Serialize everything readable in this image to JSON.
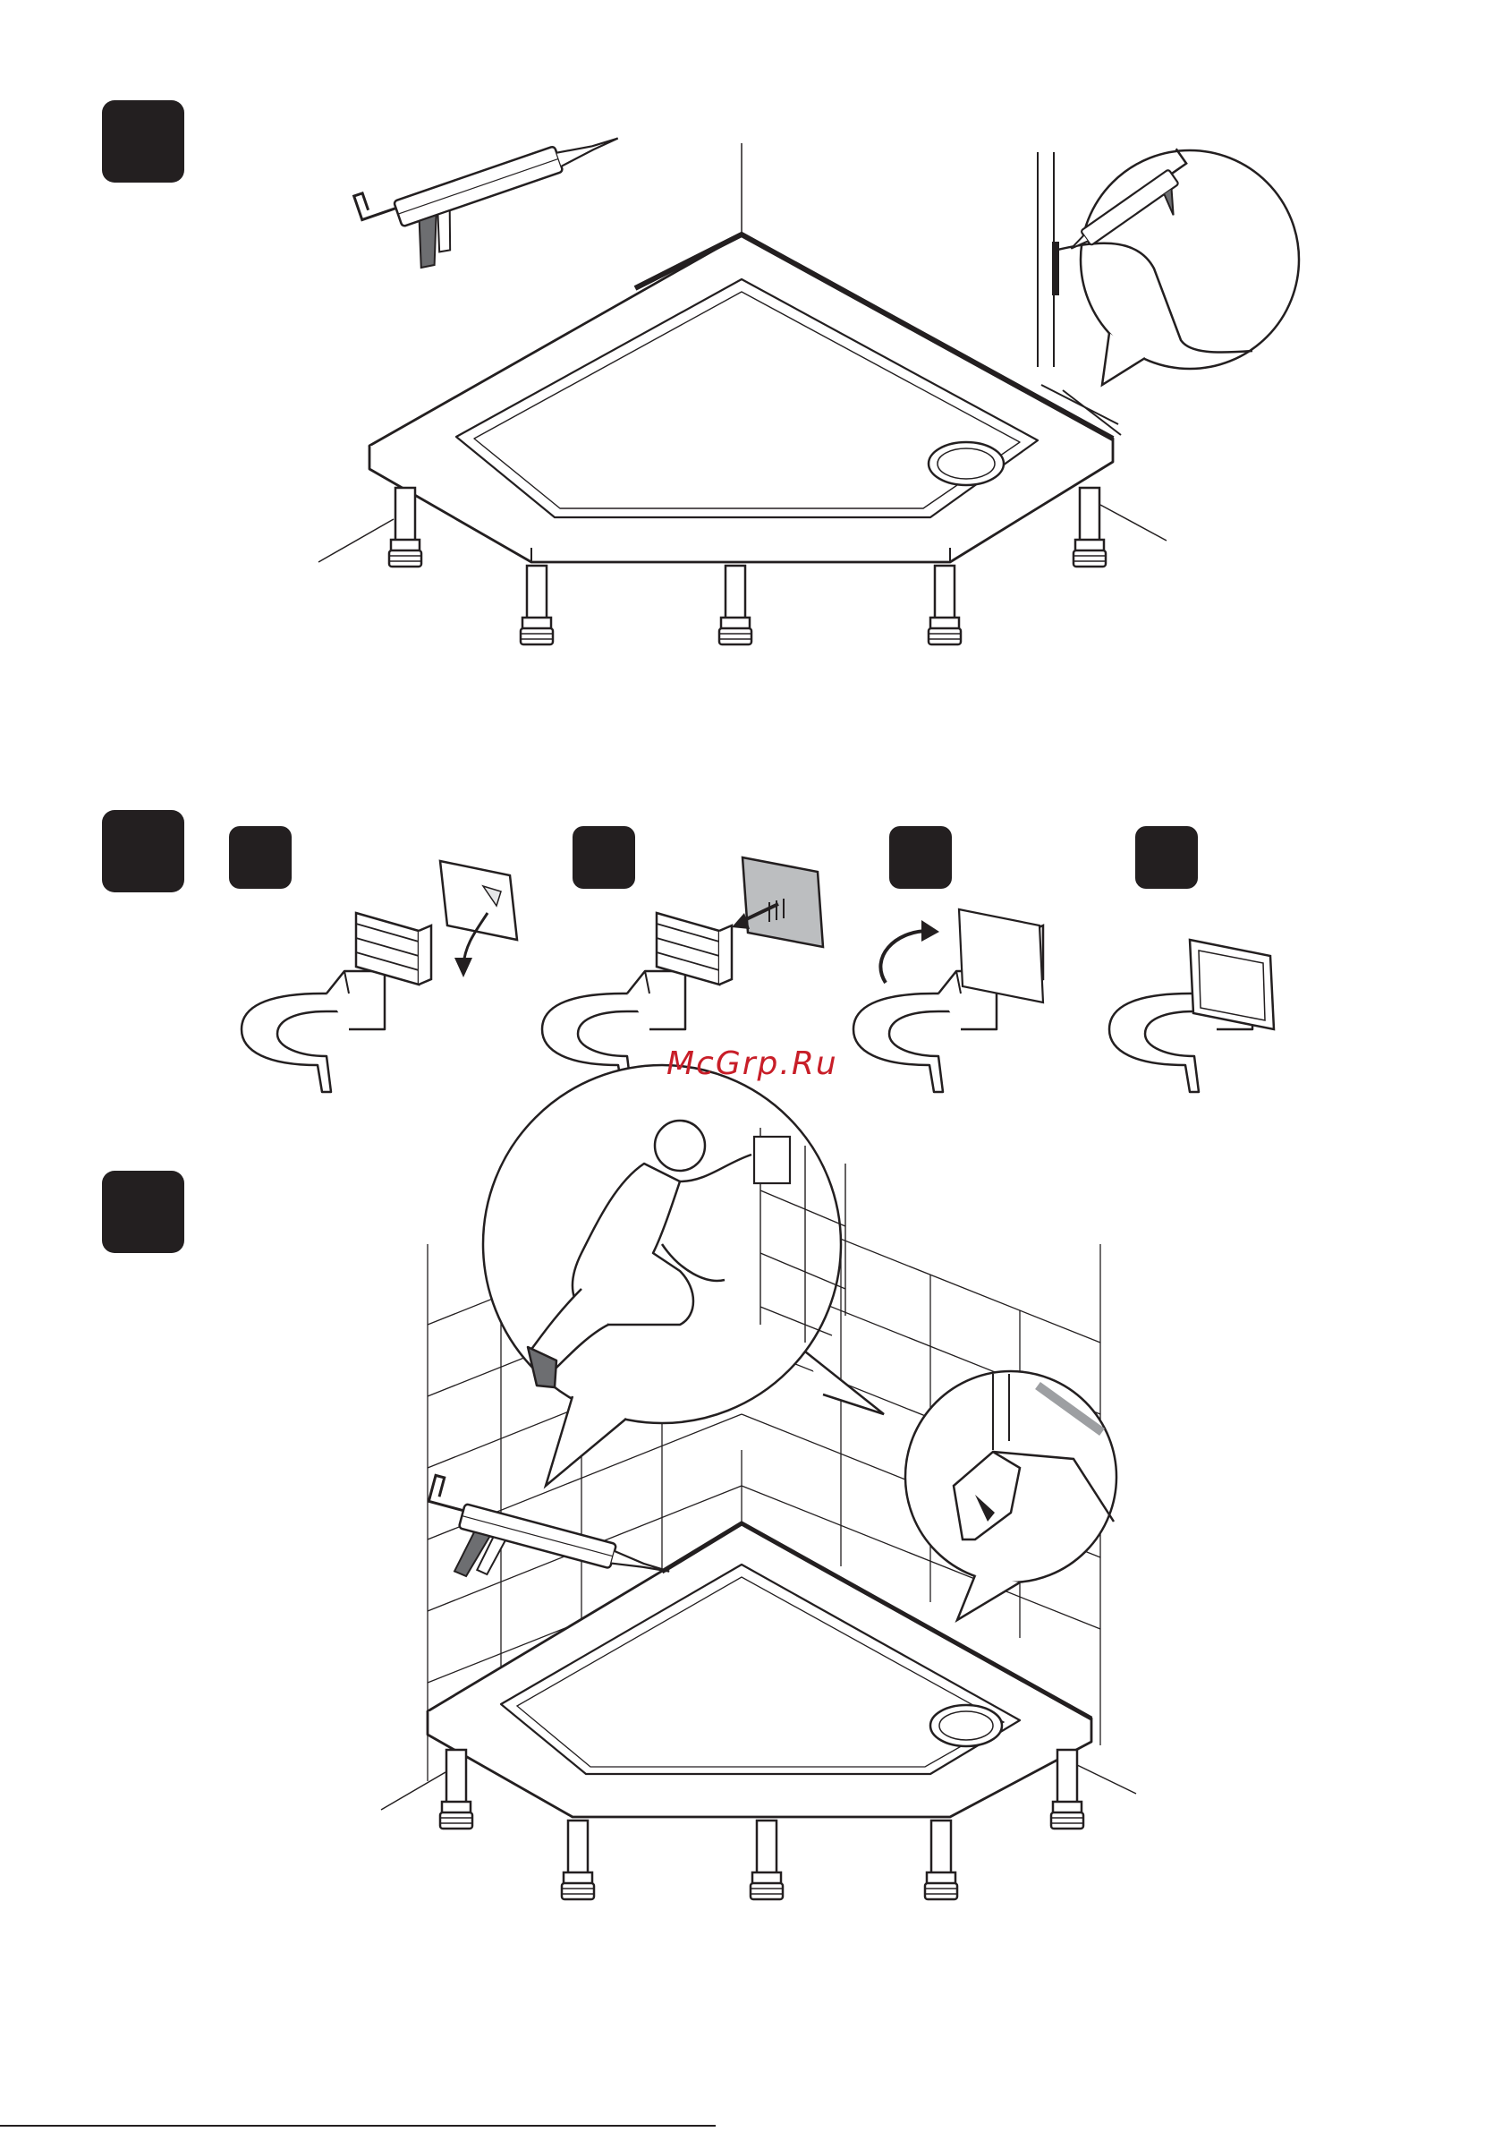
{
  "watermark": {
    "text": "McGrp.Ru",
    "color": "#c81e28"
  },
  "badge_color": "#231f20",
  "steps": [
    {
      "id": "step-1",
      "label": ""
    },
    {
      "id": "step-2",
      "label": "",
      "substeps": [
        {
          "id": "a",
          "label": "",
          "icon": "peel-backing-icon"
        },
        {
          "id": "b",
          "label": "",
          "icon": "stick-pad-icon"
        },
        {
          "id": "c",
          "label": "",
          "icon": "rotate-clip-icon"
        },
        {
          "id": "d",
          "label": "",
          "icon": "clip-assembled-icon"
        }
      ]
    },
    {
      "id": "step-3",
      "label": ""
    }
  ]
}
